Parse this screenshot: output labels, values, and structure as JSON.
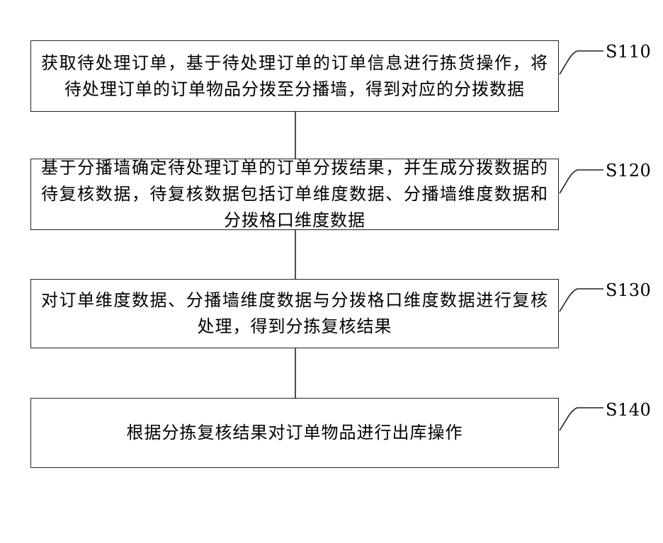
{
  "steps": [
    {
      "id": "S110",
      "text": "获取待处理订单，基于待处理订单的订单信息进行拣货操作，将待处理订单的订单物品分拨至分播墙，得到对应的分拨数据"
    },
    {
      "id": "S120",
      "text": "基于分播墙确定待处理订单的订单分拨结果，并生成分拨数据的待复核数据，待复核数据包括订单维度数据、分播墙维度数据和分拨格口维度数据"
    },
    {
      "id": "S130",
      "text": "对订单维度数据、分播墙维度数据与分拨格口维度数据进行复核处理，得到分拣复核结果"
    },
    {
      "id": "S140",
      "text": "根据分拣复核结果对订单物品进行出库操作"
    }
  ]
}
